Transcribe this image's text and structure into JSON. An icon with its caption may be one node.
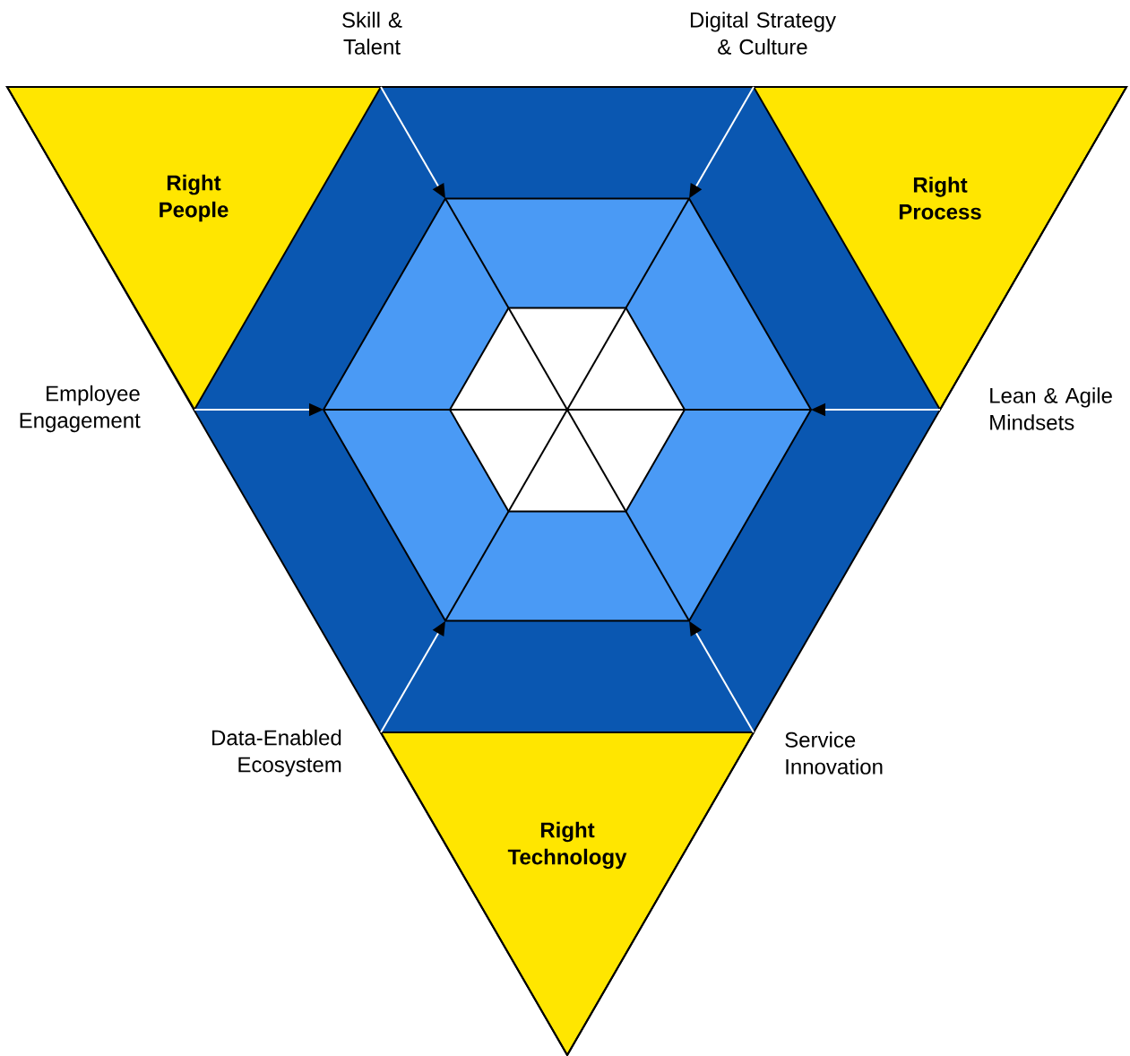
{
  "diagram": {
    "nodes": [
      {
        "text": [
          "Right People"
        ]
      },
      {
        "text": [
          "Right Process"
        ]
      },
      {
        "text": [
          "Right Technology"
        ]
      },
      {
        "text": [],
        "shape": "hexagon"
      }
    ],
    "edges": [
      {
        "from": 0,
        "to": 3,
        "arrow": "to",
        "color": "#ffffff"
      },
      {
        "from": 1,
        "to": 3,
        "arrow": "to",
        "color": "#ffffff"
      },
      {
        "from": 1,
        "to": 3,
        "arrow": "to",
        "color": "#ffffff"
      },
      {
        "from": 2,
        "to": 3,
        "arrow": "to",
        "color": "#ffffff"
      },
      {
        "from": 2,
        "to": 3,
        "arrow": "to",
        "color": "#ffffff"
      },
      {
        "from": 0,
        "to": 3,
        "arrow": "to",
        "color": "#ffffff"
      }
    ],
    "labels": [
      "Skill & Talent",
      "Digital Strategy & Culture",
      "Employee Engagement",
      "Lean & Agile Mindsets",
      "Data-Enabled Ecosystem",
      "Service Innovation"
    ]
  }
}
